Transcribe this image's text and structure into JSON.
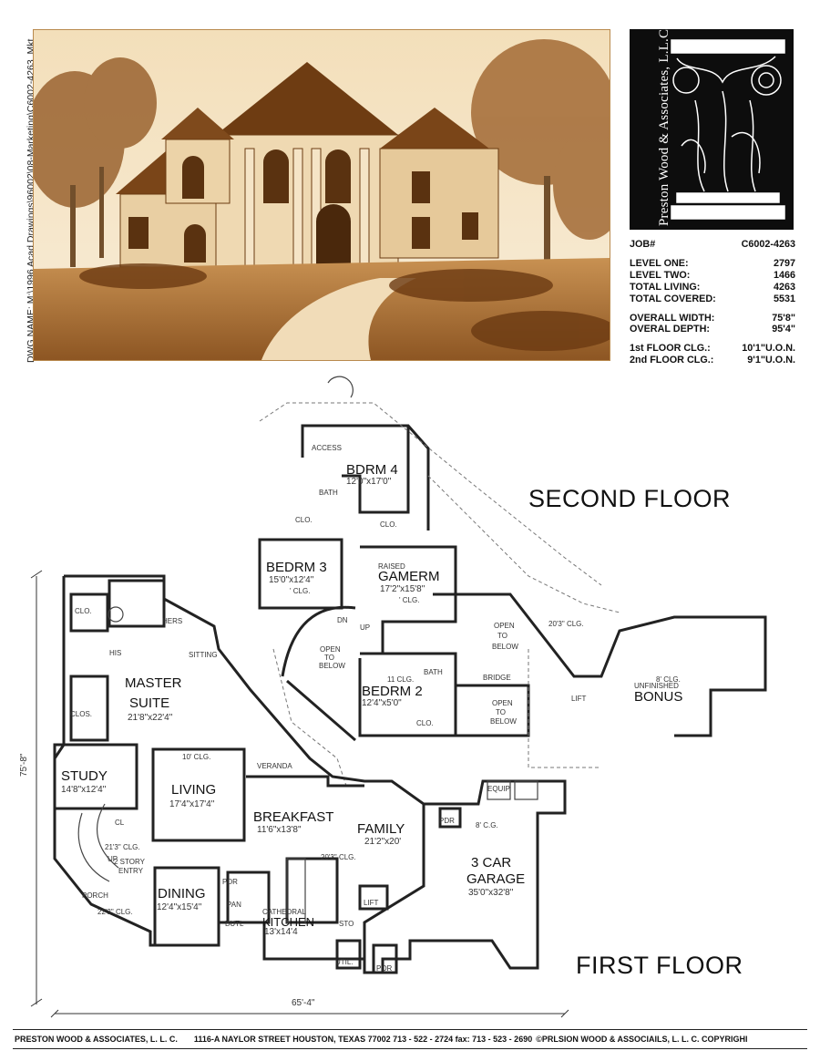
{
  "side_note": "DWG NAME: M:\\1996 Acad Drawings\\96002\\08-Marketing\\C6002-4263_Mkt",
  "logo": {
    "brand_text": "Preston Wood & Associates, L.L.C."
  },
  "specs": {
    "job": {
      "label": "JOB#",
      "value": "C6002-4263"
    },
    "level_one": {
      "label": "LEVEL ONE:",
      "value": "2797"
    },
    "level_two": {
      "label": "LEVEL TWO:",
      "value": "1466"
    },
    "total_living": {
      "label": "TOTAL LIVING:",
      "value": "4263"
    },
    "total_covered": {
      "label": "TOTAL COVERED:",
      "value": "5531"
    },
    "overall_width": {
      "label": "OVERALL WIDTH:",
      "value": "75'8\""
    },
    "overall_depth": {
      "label": "OVERAL DEPTH:",
      "value": "95'4\""
    },
    "first_floor_clg": {
      "label": "1st FLOOR CLG.:",
      "value": "10'1\"U.O.N."
    },
    "second_floor_clg": {
      "label": "2nd FLOOR CLG.:",
      "value": "9'1\"U.O.N."
    }
  },
  "plan": {
    "second_floor_title": "SECOND FLOOR",
    "first_floor_title": "FIRST FLOOR",
    "rooms": {
      "bdrm4": {
        "name": "BDRM 4",
        "dim": "12'0\"x17'0\""
      },
      "bdrm3": {
        "name": "BEDRM 3",
        "dim": "15'0\"x12'4\"",
        "note": "' CLG."
      },
      "gamerm": {
        "pre": "RAISED",
        "name": "GAMERM",
        "dim": "17'2\"x15'8\"",
        "note": "' CLG."
      },
      "bdrm2": {
        "name": "BEDRM 2",
        "dim": "12'4\"x5'0\"",
        "note": "11 CLG."
      },
      "bonus": {
        "pre": "UNFINISHED",
        "name": "BONUS",
        "note": "8' CLG."
      },
      "master": {
        "name1": "MASTER",
        "name2": "SUITE",
        "dim": "21'8\"x22'4\""
      },
      "study": {
        "name": "STUDY",
        "dim": "14'8\"x12'4\""
      },
      "living": {
        "name": "LIVING",
        "dim": "17'4\"x17'4\"",
        "note": "10' CLG."
      },
      "breakfast": {
        "name": "BREAKFAST",
        "dim": "11'6\"x13'8\""
      },
      "family": {
        "name": "FAMILY",
        "dim": "21'2\"x20'",
        "note": "20'3\" CLG."
      },
      "garage": {
        "name1": "3 CAR",
        "name2": "GARAGE",
        "dim": "35'0\"x32'8\"",
        "note": "8' C.G."
      },
      "dining": {
        "name": "DINING",
        "dim": "12'4\"x15'4\""
      },
      "kitchen": {
        "pre": "CATHEDRAL",
        "name": "KITCHEN",
        "dim": "13'x14'4"
      },
      "entry": {
        "name1": "2 STORY",
        "name2": "ENTRY",
        "note": "21'3\" CLG."
      }
    },
    "labels": {
      "clo": "CLO.",
      "clos": "CLOS.",
      "bath": "BATH",
      "hers": "HERS",
      "his": "HIS",
      "sitting": "SITTING",
      "veranda": "VERANDA",
      "open_to_below": [
        "OPEN",
        "TO",
        "BELOW"
      ],
      "bridge": "BRIDGE",
      "lift": "LIFT",
      "access": "ACCESS",
      "pdr": "PDR",
      "pan": "PAN",
      "butl": "BUTL",
      "sto": "STO",
      "util": "UTIL.",
      "por": "POR",
      "porch": "PORCH",
      "cl": "CL",
      "up": "UP",
      "dn": "DN",
      "equip": "EQUIP.",
      "porch_clg": "22'3\" CLG.",
      "open_dim": "20'3\" CLG."
    },
    "overall_dim_h": "65'-4\"",
    "overall_dim_v": "75'-8\""
  },
  "footer": {
    "company": "PRESTON WOOD & ASSOCIATES, L. L. C.",
    "address": "1116-A NAYLOR STREET   HOUSTON, TEXAS 77002   713 - 522 - 2724   fax: 713 - 523 - 2690",
    "copyright": "©PRLSION WOOD & ASSOCIAILS, L. L. C. COPYRIGHI"
  }
}
